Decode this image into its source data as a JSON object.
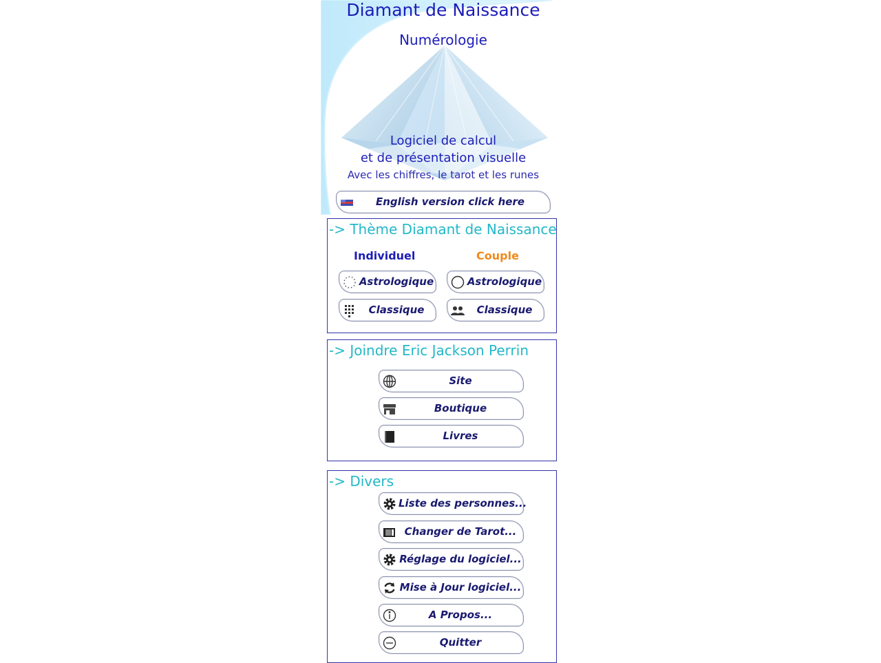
{
  "header": {
    "title": "Diamant de Naissance",
    "subtitle": "Numérologie",
    "description_line1": "Logiciel de calcul",
    "description_line2": "et de présentation visuelle",
    "description_line3": "Avec les chiffres, le tarot et les runes",
    "english_button": "English version click here"
  },
  "theme_panel": {
    "title": "-> Thème Diamant de Naissance",
    "individual_label": "Individuel",
    "couple_label": "Couple",
    "individual_astro": "Astrologique",
    "individual_classic": "Classique",
    "couple_astro": "Astrologique",
    "couple_classic": "Classique"
  },
  "contact_panel": {
    "title": "-> Joindre Eric Jackson Perrin",
    "site": "Site",
    "shop": "Boutique",
    "books": "Livres"
  },
  "misc_panel": {
    "title": "-> Divers",
    "people_list": "Liste des personnes...",
    "change_tarot": "Changer de Tarot...",
    "settings": "Réglage du logiciel...",
    "update": "Mise à Jour logiciel...",
    "about": "A Propos...",
    "quit": "Quitter"
  },
  "colors": {
    "title_blue": "#1d1db8",
    "panel_title_cyan": "#22b8c8",
    "couple_orange": "#f08a1c",
    "border_navy": "#3333aa",
    "button_text": "#1a1a70"
  },
  "icons": {
    "english": "flag-icon",
    "ind_astro": "dotted-circle-icon",
    "ind_classic": "keypad-icon",
    "couple_astro": "circle-icon",
    "couple_classic": "people-icon",
    "site": "globe-icon",
    "shop": "store-icon",
    "books": "book-icon",
    "people_list": "gear-icon",
    "change_tarot": "tarot-card-icon",
    "settings": "gear-icon",
    "update": "refresh-icon",
    "about": "info-icon",
    "quit": "minus-circle-icon"
  }
}
